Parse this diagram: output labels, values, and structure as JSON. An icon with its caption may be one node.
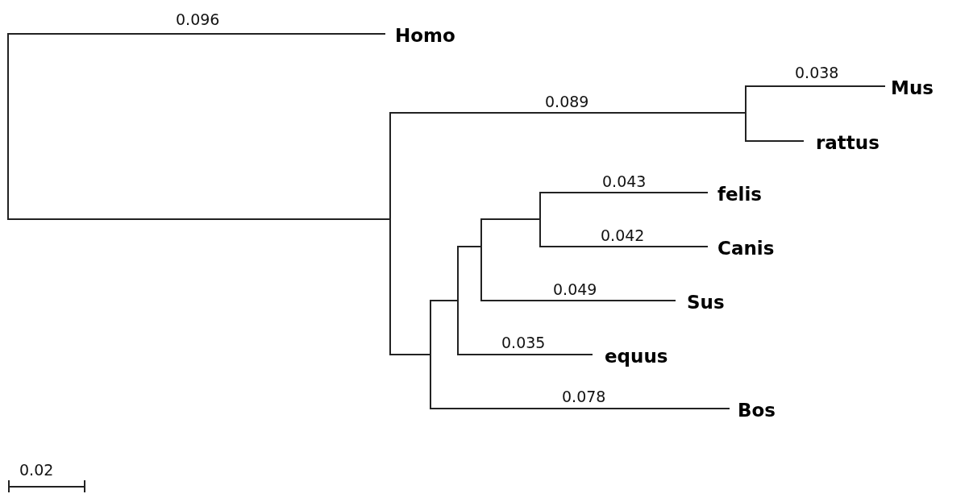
{
  "diagram": {
    "nodes": [
      {
        "text": [],
        "shape": "bar"
      },
      {
        "text": [
          "Homo"
        ]
      },
      {
        "text": [],
        "shape": "bar"
      },
      {
        "text": [],
        "shape": "bar"
      },
      {
        "text": [
          "Mus"
        ]
      },
      {
        "text": [
          "rattus"
        ]
      },
      {
        "text": [],
        "shape": "bar"
      },
      {
        "text": [],
        "shape": "bar"
      },
      {
        "text": [],
        "shape": "bar"
      },
      {
        "text": [],
        "shape": "bar"
      },
      {
        "text": [
          "felis"
        ]
      },
      {
        "text": [
          "Canis"
        ]
      },
      {
        "text": [
          "Sus"
        ]
      },
      {
        "text": [
          "equus"
        ]
      },
      {
        "text": [
          "Bos"
        ]
      }
    ],
    "edges": [
      {
        "from": 0,
        "to": 1,
        "arrow": "none",
        "label": "0.096"
      },
      {
        "from": 0,
        "to": 2,
        "arrow": "none"
      },
      {
        "from": 2,
        "to": 3,
        "arrow": "none",
        "label": "0.089"
      },
      {
        "from": 3,
        "to": 4,
        "arrow": "none",
        "label": "0.038"
      },
      {
        "from": 3,
        "to": 5,
        "arrow": "none"
      },
      {
        "from": 2,
        "to": 6,
        "arrow": "none"
      },
      {
        "from": 6,
        "to": 7,
        "arrow": "none"
      },
      {
        "from": 6,
        "to": 14,
        "arrow": "none",
        "label": "0.078"
      },
      {
        "from": 7,
        "to": 8,
        "arrow": "none"
      },
      {
        "from": 7,
        "to": 13,
        "arrow": "none",
        "label": "0.035"
      },
      {
        "from": 8,
        "to": 9,
        "arrow": "none"
      },
      {
        "from": 8,
        "to": 12,
        "arrow": "none",
        "label": "0.049"
      },
      {
        "from": 9,
        "to": 10,
        "arrow": "none",
        "label": "0.043"
      },
      {
        "from": 9,
        "to": 11,
        "arrow": "none",
        "label": "0.042"
      }
    ],
    "labels": [
      "0.02"
    ]
  }
}
